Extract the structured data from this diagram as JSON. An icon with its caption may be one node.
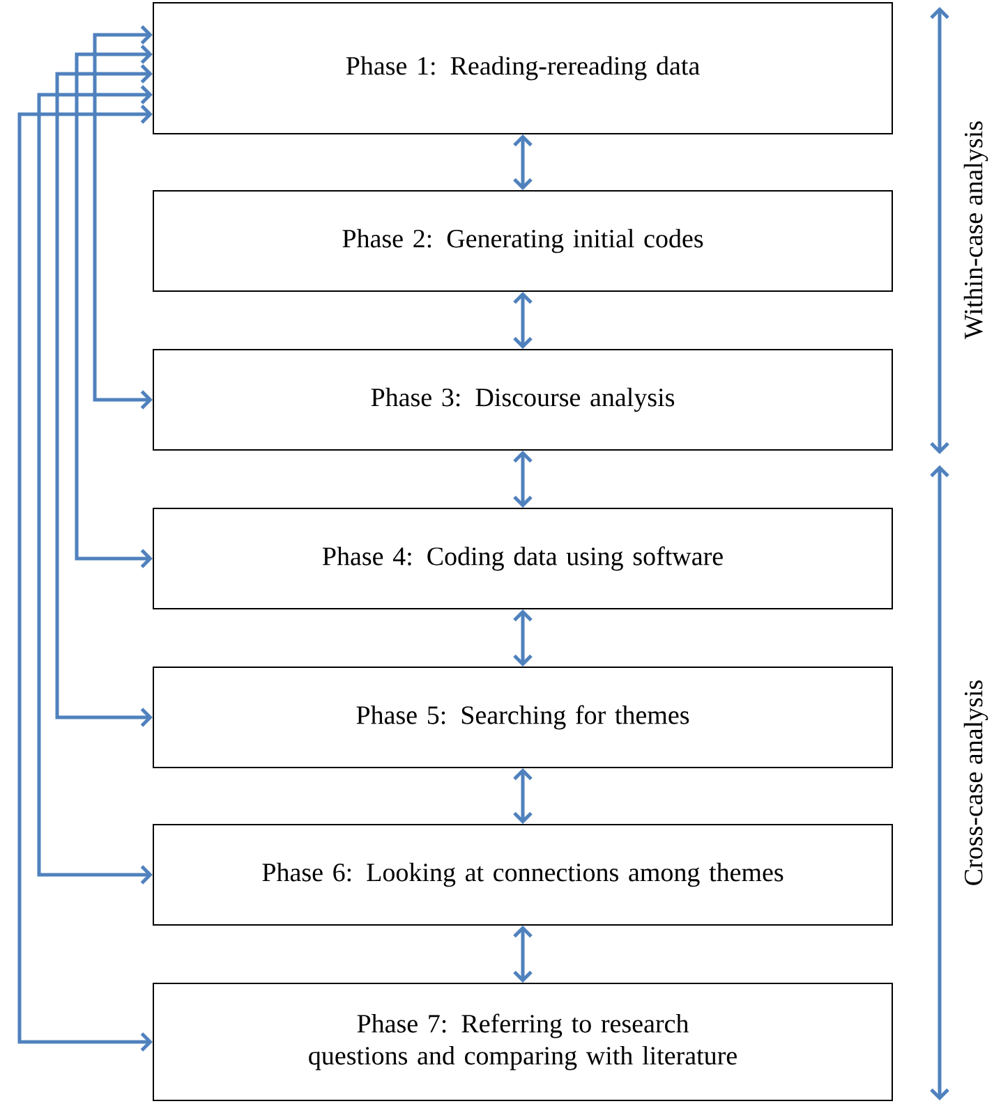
{
  "diagram": {
    "nodes": [
      {
        "text": [
          "Phase 1: Reading-rereading data"
        ]
      },
      {
        "text": [
          "Phase 2: Generating initial codes"
        ]
      },
      {
        "text": [
          "Phase 3: Discourse analysis"
        ]
      },
      {
        "text": [
          "Phase 4: Coding data using software"
        ]
      },
      {
        "text": [
          "Phase 5: Searching for themes"
        ]
      },
      {
        "text": [
          "Phase 6: Looking at connections among themes"
        ]
      },
      {
        "text": [
          "Phase 7: Referring to research questions and comparing with literature"
        ]
      }
    ],
    "edges": [
      {
        "from": 0,
        "to": 1,
        "arrow": "both"
      },
      {
        "from": 1,
        "to": 2,
        "arrow": "both"
      },
      {
        "from": 2,
        "to": 3,
        "arrow": "both"
      },
      {
        "from": 3,
        "to": 4,
        "arrow": "both"
      },
      {
        "from": 4,
        "to": 5,
        "arrow": "both"
      },
      {
        "from": 5,
        "to": 6,
        "arrow": "both"
      },
      {
        "from": 2,
        "to": 0,
        "arrow": "both"
      },
      {
        "from": 3,
        "to": 0,
        "arrow": "both"
      },
      {
        "from": 4,
        "to": 0,
        "arrow": "both"
      },
      {
        "from": 5,
        "to": 0,
        "arrow": "both"
      },
      {
        "from": 6,
        "to": 0,
        "arrow": "both"
      }
    ],
    "labels": [
      "Within-case analysis",
      "Cross-case analysis"
    ]
  }
}
